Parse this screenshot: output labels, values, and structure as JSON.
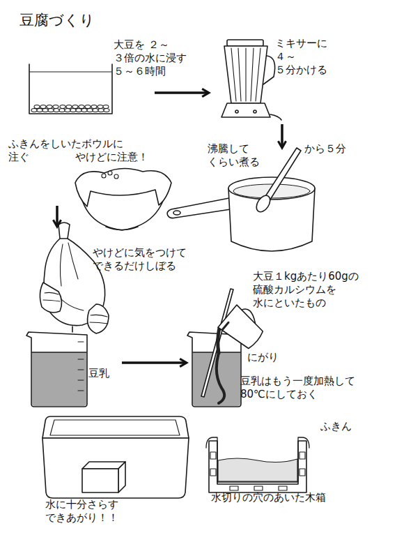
{
  "diagram": {
    "title": "豆腐づくり",
    "nodes": [
      {
        "text": [
          "大豆を ２～３倍の水に浸す ５～６時間"
        ]
      },
      {
        "text": [
          "ミキサーに ４～５分かける"
        ]
      },
      {
        "text": [
          "沸騰して くらい煮る",
          "から５分"
        ]
      },
      {
        "text": [
          "ふきんをしいたボウルに 注ぐ",
          "やけどに注意！"
        ]
      },
      {
        "text": [
          "やけどに気をつけて できるだけしぼる"
        ]
      },
      {
        "text": [
          "豆乳"
        ]
      },
      {
        "text": [
          "大豆１kgあたり60gの 硫酸カルシウムを 水にといたもの",
          "にがり",
          "豆乳はもう一度加熱して 80℃にしておく"
        ]
      },
      {
        "text": [
          "ふきん",
          "水切りの穴のあいた木箱"
        ]
      },
      {
        "text": [
          "水に十分さらす できあがり！！"
        ]
      }
    ],
    "edges": [
      {
        "from": 0,
        "to": 1,
        "arrow": "to"
      },
      {
        "from": 1,
        "to": 2,
        "arrow": "to"
      },
      {
        "from": 3,
        "to": 4,
        "arrow": "to"
      },
      {
        "from": 5,
        "to": 6,
        "arrow": "to"
      }
    ]
  }
}
